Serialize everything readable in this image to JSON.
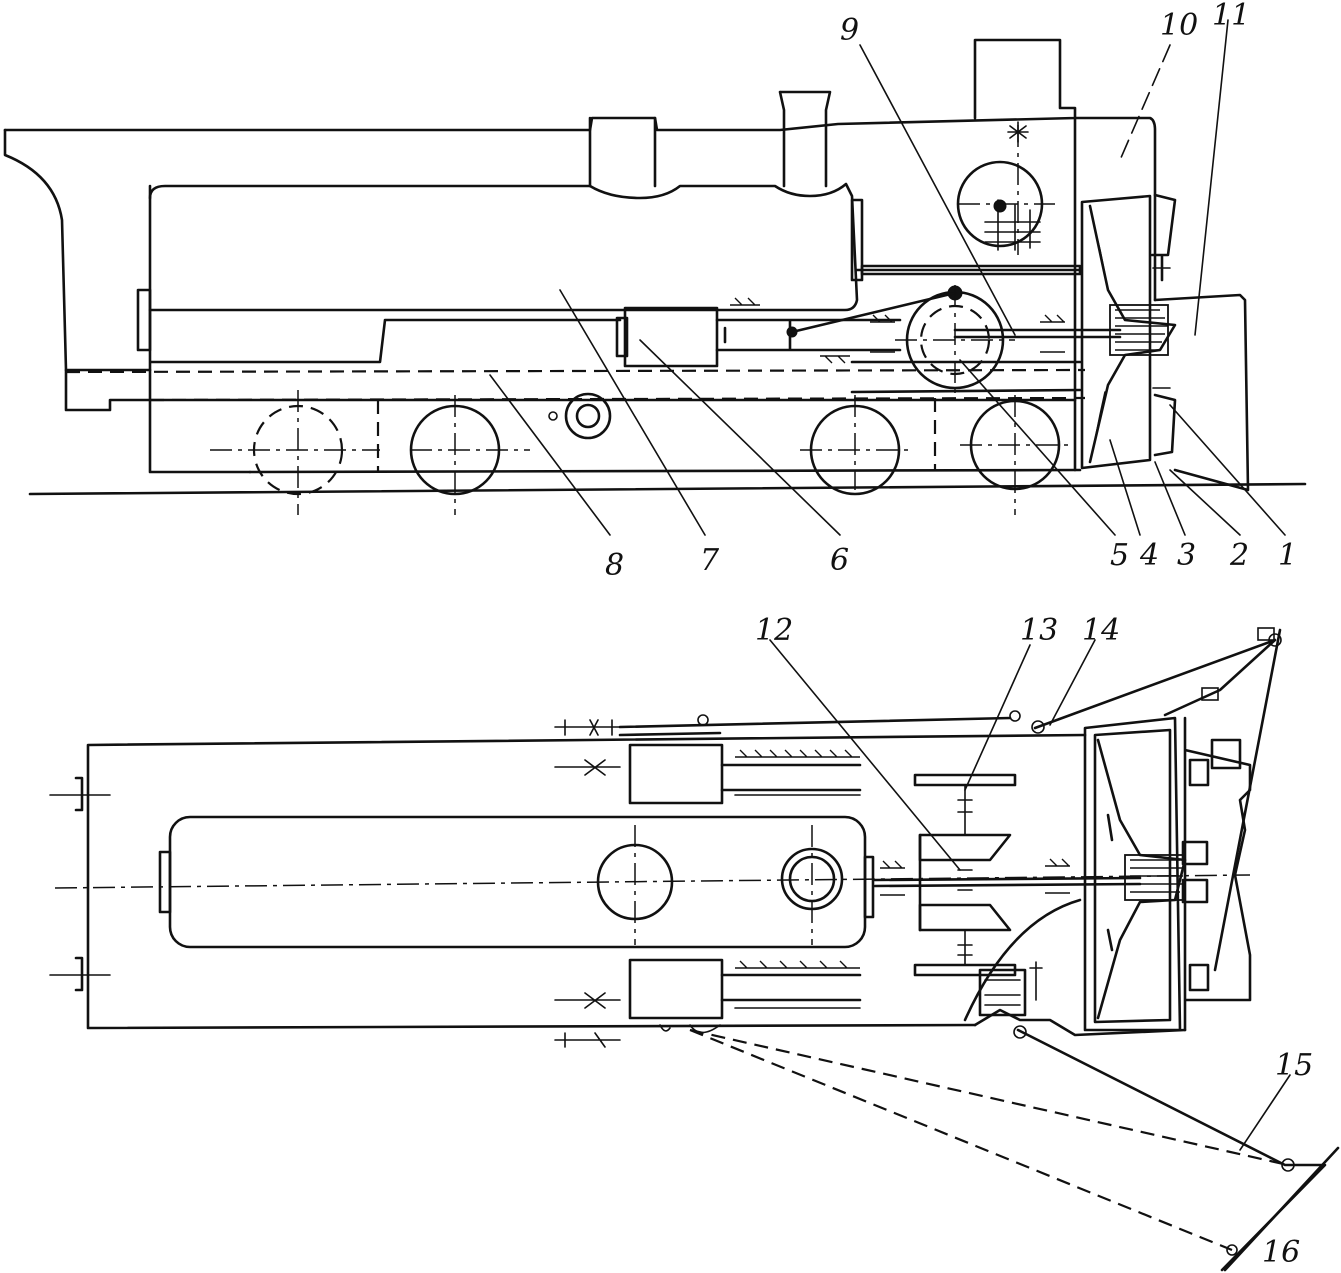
{
  "figure": {
    "labels": [
      {
        "id": "1",
        "text": "1"
      },
      {
        "id": "2",
        "text": "2"
      },
      {
        "id": "3",
        "text": "3"
      },
      {
        "id": "4",
        "text": "4"
      },
      {
        "id": "5",
        "text": "5"
      },
      {
        "id": "6",
        "text": "6"
      },
      {
        "id": "7",
        "text": "7"
      },
      {
        "id": "8",
        "text": "8"
      },
      {
        "id": "9",
        "text": "9"
      },
      {
        "id": "10",
        "text": "10"
      },
      {
        "id": "11",
        "text": "11"
      },
      {
        "id": "12",
        "text": "12"
      },
      {
        "id": "13",
        "text": "13"
      },
      {
        "id": "14",
        "text": "14"
      },
      {
        "id": "15",
        "text": "15"
      },
      {
        "id": "16",
        "text": "16"
      }
    ],
    "views": [
      "side-elevation",
      "plan-view"
    ],
    "line_color": "#111111",
    "background": "#ffffff"
  }
}
